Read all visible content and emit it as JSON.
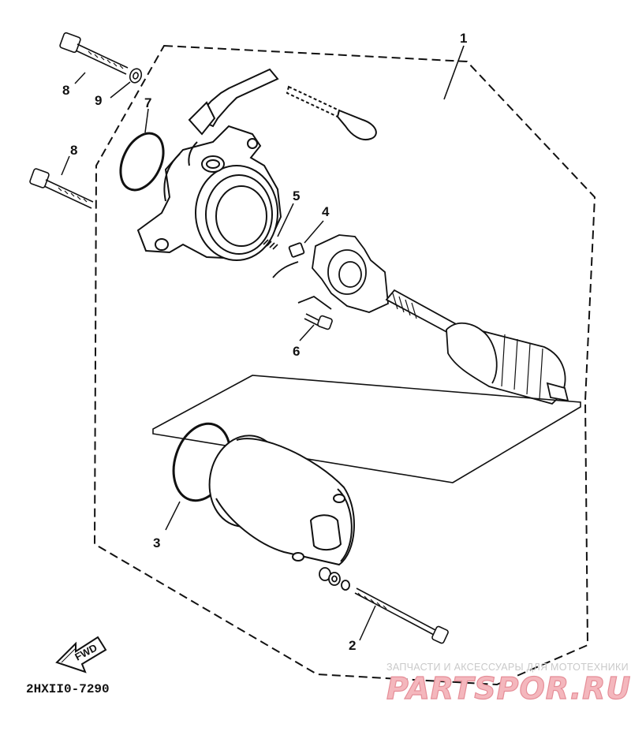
{
  "diagram": {
    "callouts": [
      {
        "id": "c1",
        "label": "1"
      },
      {
        "id": "c2",
        "label": "2"
      },
      {
        "id": "c3",
        "label": "3"
      },
      {
        "id": "c4",
        "label": "4"
      },
      {
        "id": "c5",
        "label": "5"
      },
      {
        "id": "c6",
        "label": "6"
      },
      {
        "id": "c7",
        "label": "7"
      },
      {
        "id": "c8a",
        "label": "8"
      },
      {
        "id": "c8b",
        "label": "8"
      },
      {
        "id": "c9",
        "label": "9"
      }
    ],
    "part_code": "2HXII0-7290",
    "fwd_label": "FWD"
  },
  "watermark": {
    "tagline": "ЗАПЧАСТИ И АКСЕССУАРЫ ДЛЯ МОТОТЕХНИКИ",
    "logo_text": "PARTSPOR.RU"
  },
  "colors": {
    "line": "#111111",
    "watermark_logo": "#f4b7bd",
    "watermark_text": "#c9c9c9"
  }
}
